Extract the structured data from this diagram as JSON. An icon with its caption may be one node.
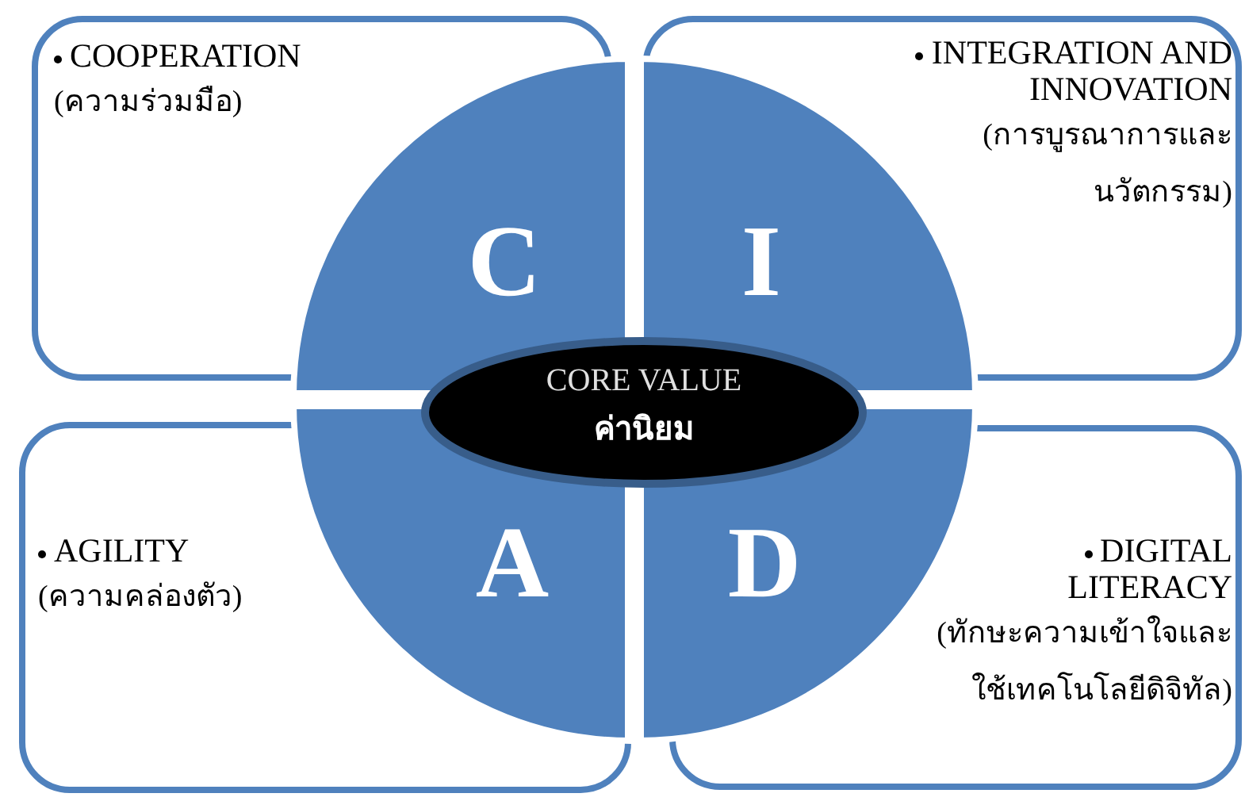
{
  "diagram": {
    "nodes": [
      {
        "text": [
          "COOPERATION",
          "(ความร่วมมือ)"
        ]
      },
      {
        "text": [
          "INTEGRATION AND INNOVATION",
          "(การบูรณาการและนวัตกรรม)"
        ]
      },
      {
        "text": [
          "C"
        ]
      },
      {
        "text": [
          "I"
        ]
      },
      {
        "text": [
          "CORE VALUE",
          "ค่านิยม"
        ]
      },
      {
        "text": [
          "A"
        ]
      },
      {
        "text": [
          "D"
        ]
      },
      {
        "text": [
          "AGILITY",
          "(ความคล่องตัว)"
        ]
      },
      {
        "text": [
          "DIGITAL LITERACY",
          "(ทักษะความเข้าใจและใช้เทคโนโลยีดิจิทัล)"
        ]
      }
    ]
  }
}
